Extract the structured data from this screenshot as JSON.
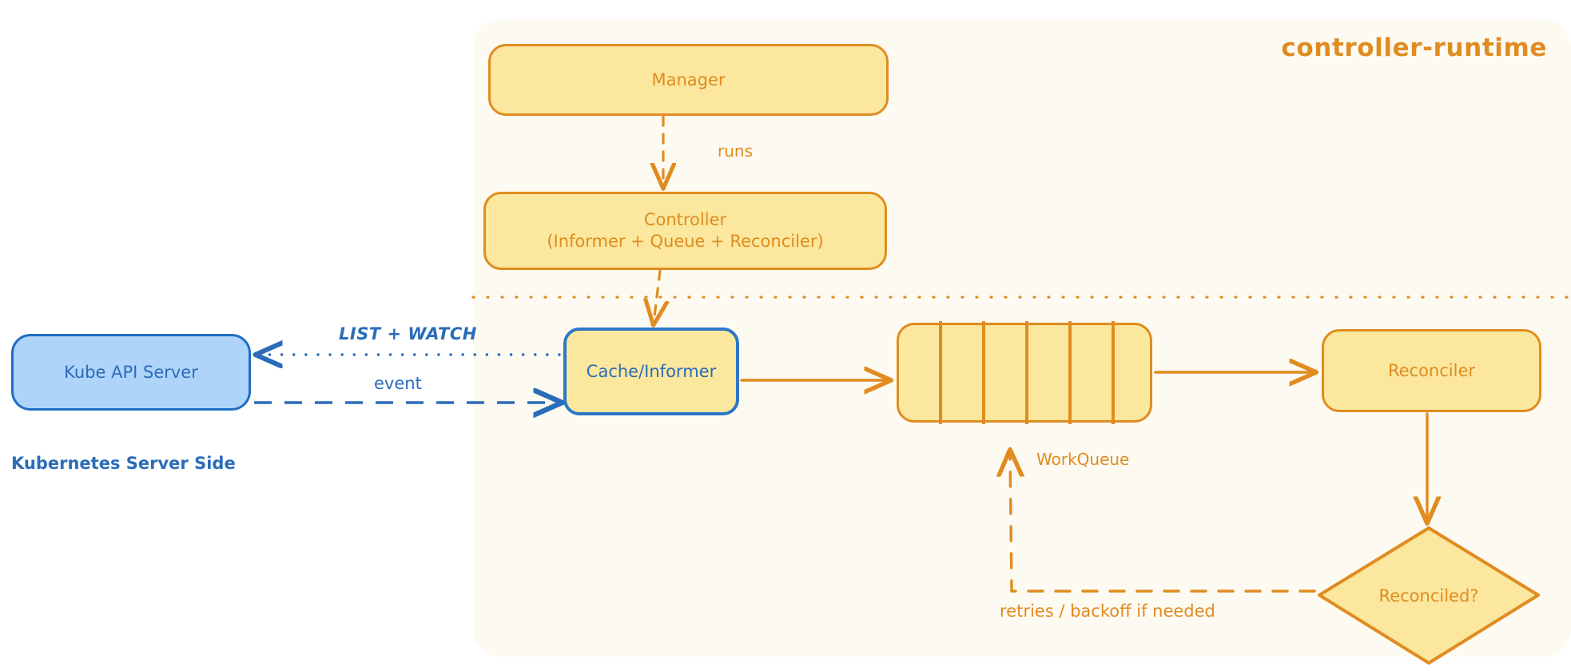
{
  "panel": {
    "title": "controller-runtime",
    "fill": "#fdfaf2"
  },
  "colors": {
    "orange_stroke": "#e08c20",
    "yellow_fill": "#fbe79d",
    "blue_stroke": "#2d77c8",
    "blue_fill": "#aed4fa",
    "blue_text": "#2b6cb8"
  },
  "nodes": {
    "manager": {
      "label": "Manager"
    },
    "controller": {
      "label": "Controller\n(Informer + Queue + Reconciler)"
    },
    "cache": {
      "label": "Cache/Informer"
    },
    "workqueue": {
      "label": "WorkQueue",
      "cells": 6
    },
    "reconciler": {
      "label": "Reconciler"
    },
    "reconciled": {
      "label": "Reconciled?"
    },
    "kube_api_server": {
      "label": "Kube API Server"
    }
  },
  "labels": {
    "runs": "runs",
    "list_watch": "LIST + WATCH",
    "event": "event",
    "retries": "retries / backoff if needed",
    "kubernetes_server_side": "Kubernetes Server Side",
    "workqueue_caption": "WorkQueue"
  },
  "edges": [
    {
      "from": "manager",
      "to": "controller",
      "label": "runs",
      "style": "dashed",
      "color": "#e08c20"
    },
    {
      "from": "controller",
      "to": "cache",
      "label": "",
      "style": "dashed",
      "color": "#e08c20"
    },
    {
      "from": "cache",
      "to": "kube_api_server",
      "label": "LIST + WATCH",
      "style": "dotted",
      "color": "#2b6cb8"
    },
    {
      "from": "kube_api_server",
      "to": "cache",
      "label": "event",
      "style": "dashed",
      "color": "#2b6cb8"
    },
    {
      "from": "cache",
      "to": "workqueue",
      "label": "",
      "style": "solid",
      "color": "#e08c20"
    },
    {
      "from": "workqueue",
      "to": "reconciler",
      "label": "",
      "style": "solid",
      "color": "#e08c20"
    },
    {
      "from": "reconciler",
      "to": "reconciled",
      "label": "",
      "style": "solid",
      "color": "#e08c20"
    },
    {
      "from": "reconciled",
      "to": "workqueue",
      "label": "retries / backoff if needed",
      "style": "dashed",
      "color": "#e08c20"
    }
  ],
  "divider": {
    "style": "dotted",
    "color": "#e08c20"
  }
}
